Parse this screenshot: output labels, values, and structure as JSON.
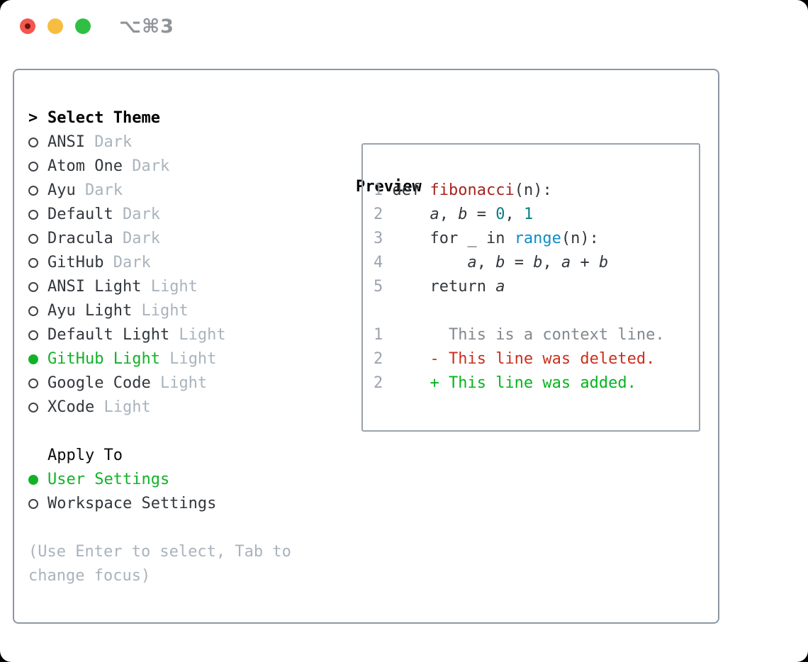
{
  "window": {
    "title": "⌥⌘3",
    "traffic_lights": [
      {
        "name": "close",
        "color": "#f4564d",
        "inner_dot": "#6b1410"
      },
      {
        "name": "minimize",
        "color": "#f7bd40"
      },
      {
        "name": "zoom",
        "color": "#2fc043"
      }
    ]
  },
  "colors": {
    "tl_red": "#f4564d",
    "tl_red_dot": "#6b1410",
    "tl_yellow": "#f7bd40",
    "tl_green": "#2fc043",
    "title_gray": "#8f9499",
    "panel_border": "#8d97a3",
    "preview_border": "#9aa2ad",
    "text_dark": "#32373d",
    "muted_gray": "#a9b3bd",
    "radio_ring": "#3f444a",
    "selection_green": "#12b228",
    "line_number_gray": "#9aa4af",
    "code_dark": "#32373d",
    "function_red": "#a6251f",
    "number_teal": "#0c7d80",
    "builtin_blue": "#0e8cc8",
    "context_gray": "#82898f",
    "deleted_red": "#c9301c",
    "added_green": "#04b41c"
  },
  "theme_picker": {
    "header": "Select Theme",
    "selector_marker": ">",
    "themes": [
      {
        "name": "ANSI",
        "variant": "Dark",
        "selected": false
      },
      {
        "name": "Atom One",
        "variant": "Dark",
        "selected": false
      },
      {
        "name": "Ayu",
        "variant": "Dark",
        "selected": false
      },
      {
        "name": "Default",
        "variant": "Dark",
        "selected": false
      },
      {
        "name": "Dracula",
        "variant": "Dark",
        "selected": false
      },
      {
        "name": "GitHub",
        "variant": "Dark",
        "selected": false
      },
      {
        "name": "ANSI Light",
        "variant": "Light",
        "selected": false
      },
      {
        "name": "Ayu Light",
        "variant": "Light",
        "selected": false
      },
      {
        "name": "Default Light",
        "variant": "Light",
        "selected": false
      },
      {
        "name": "GitHub Light",
        "variant": "Light",
        "selected": true
      },
      {
        "name": "Google Code",
        "variant": "Light",
        "selected": false
      },
      {
        "name": "XCode",
        "variant": "Light",
        "selected": false
      }
    ],
    "apply_to": {
      "header": "Apply To",
      "options": [
        {
          "label": "User Settings",
          "selected": true
        },
        {
          "label": "Workspace Settings",
          "selected": false
        }
      ]
    },
    "hint_lines": [
      "(Use Enter to select, Tab to",
      "change focus)"
    ]
  },
  "preview": {
    "title": "Preview",
    "code_lines": [
      {
        "num": "1",
        "kind": "code",
        "tokens": [
          {
            "t": "def ",
            "c": "code"
          },
          {
            "t": "fibonacci",
            "c": "func"
          },
          {
            "t": "(n):",
            "c": "code"
          }
        ]
      },
      {
        "num": "2",
        "kind": "code",
        "tokens": [
          {
            "t": "    ",
            "c": "code"
          },
          {
            "t": "a",
            "c": "var"
          },
          {
            "t": ", ",
            "c": "code"
          },
          {
            "t": "b",
            "c": "var"
          },
          {
            "t": " = ",
            "c": "code"
          },
          {
            "t": "0",
            "c": "numlit"
          },
          {
            "t": ", ",
            "c": "code"
          },
          {
            "t": "1",
            "c": "numlit"
          }
        ]
      },
      {
        "num": "3",
        "kind": "code",
        "tokens": [
          {
            "t": "    for _ in ",
            "c": "code"
          },
          {
            "t": "range",
            "c": "builtin"
          },
          {
            "t": "(n):",
            "c": "code"
          }
        ]
      },
      {
        "num": "4",
        "kind": "code",
        "tokens": [
          {
            "t": "        ",
            "c": "code"
          },
          {
            "t": "a",
            "c": "var"
          },
          {
            "t": ", ",
            "c": "code"
          },
          {
            "t": "b",
            "c": "var"
          },
          {
            "t": " = ",
            "c": "code"
          },
          {
            "t": "b",
            "c": "var"
          },
          {
            "t": ", ",
            "c": "code"
          },
          {
            "t": "a",
            "c": "var"
          },
          {
            "t": " + ",
            "c": "code"
          },
          {
            "t": "b",
            "c": "var"
          }
        ]
      },
      {
        "num": "5",
        "kind": "code",
        "tokens": [
          {
            "t": "    return ",
            "c": "code"
          },
          {
            "t": "a",
            "c": "var"
          }
        ]
      },
      {
        "num": "",
        "kind": "blank",
        "tokens": []
      },
      {
        "num": "1",
        "kind": "context",
        "tokens": [
          {
            "t": "      This is a context line.",
            "c": "ctx"
          }
        ]
      },
      {
        "num": "2",
        "kind": "deleted",
        "tokens": [
          {
            "t": "    - This line was deleted.",
            "c": "del"
          }
        ]
      },
      {
        "num": "2",
        "kind": "added",
        "tokens": [
          {
            "t": "    + This line was added.",
            "c": "add"
          }
        ]
      }
    ]
  }
}
